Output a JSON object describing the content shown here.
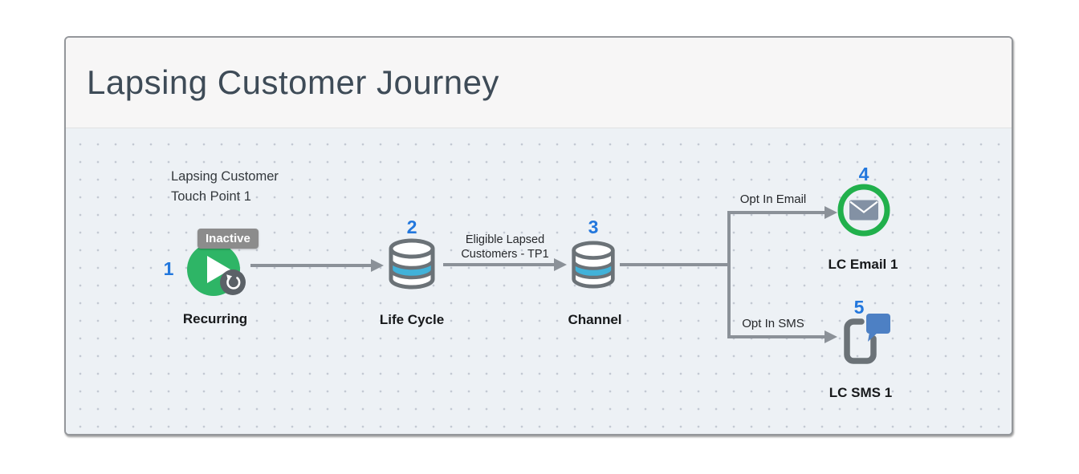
{
  "header": {
    "title": "Lapsing Customer Journey"
  },
  "canvas": {
    "annotation": {
      "line1": "Lapsing Customer",
      "line2": "Touch Point 1"
    },
    "nodes": {
      "recurring": {
        "number": "1",
        "label": "Recurring",
        "badge": "Inactive",
        "icon": "play-recurring-icon"
      },
      "lifecycle": {
        "number": "2",
        "label": "Life Cycle",
        "icon": "data-cylinder-icon"
      },
      "channel": {
        "number": "3",
        "label": "Channel",
        "icon": "data-cylinder-icon"
      },
      "email": {
        "number": "4",
        "label": "LC Email 1",
        "icon": "email-icon"
      },
      "sms": {
        "number": "5",
        "label": "LC SMS 1",
        "icon": "sms-icon"
      }
    },
    "edges": {
      "lifecycle_to_channel": {
        "line1": "Eligible Lapsed",
        "line2": "Customers - TP1"
      },
      "channel_to_email": {
        "label": "Opt In Email"
      },
      "channel_to_sms": {
        "label": "Opt In SMS"
      }
    }
  },
  "colors": {
    "node_number_blue": "#2277dd",
    "recurring_green": "#2eb566",
    "email_ring_green": "#21b04c",
    "cylinder_band_blue": "#41b2d9",
    "cylinder_outline_gray": "#6b7277",
    "envelope_gray": "#8391a4",
    "sms_bubble_blue": "#4d80c4",
    "connector_gray": "#8b9198",
    "badge_gray": "#8c8c8c",
    "canvas_bg": "#edf1f5",
    "header_bg": "#f7f6f6",
    "title_color": "#3e4b57"
  }
}
